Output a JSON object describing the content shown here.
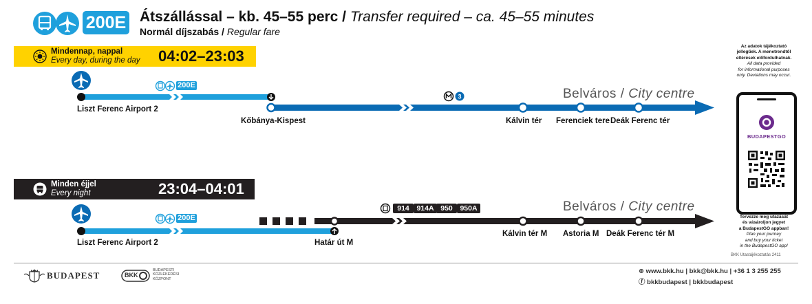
{
  "header": {
    "route": "200E",
    "title_hu": "Átszállással – kb. 45–55 perc /",
    "title_en": "Transfer required – ca. 45–55 minutes",
    "fare_hu": "Normál díjszabás /",
    "fare_en": "Regular fare"
  },
  "day": {
    "label_hu": "Mindennap, nappal",
    "label_en": "Every day, during the day",
    "time": "04:02–23:03",
    "route_tag": "200E",
    "metro_line": "3",
    "destination_hu": "Belváros /",
    "destination_en": "City centre",
    "stops": [
      "Liszt Ferenc Airport 2",
      "Kőbánya-Kispest",
      "Kálvin tér",
      "Ferenciek tere",
      "Deák Ferenc tér"
    ]
  },
  "night": {
    "label_hu": "Minden éjjel",
    "label_en": "Every night",
    "time": "23:04–04:01",
    "route_tag": "200E",
    "bus_tags": [
      "914",
      "914A",
      "950",
      "950A"
    ],
    "destination_hu": "Belváros /",
    "destination_en": "City centre",
    "stops": [
      "Liszt Ferenc Airport 2",
      "Határ út M",
      "Kálvin tér M",
      "Astoria M",
      "Deák Ferenc tér M"
    ]
  },
  "side": {
    "note_hu": [
      "Az adatok tájékoztató",
      "jellegűek. A menetrendtől",
      "eltérések előfordulhatnak."
    ],
    "note_en": [
      "All data provided",
      "for informational purposes",
      "only. Deviations may occur."
    ],
    "app_name": "BUDAPEST",
    "app_suffix": "GO",
    "cta_hu": [
      "Tervezze meg utazását",
      "és vásároljon jegyet",
      "a BudapestGO appban!"
    ],
    "cta_en": [
      "Plan your journey",
      "and buy your ticket",
      "in the BudapestGO app!"
    ],
    "ref": "BKK Utastájékoztatás 2411"
  },
  "footer": {
    "budapest": "BUDAPEST",
    "bkk": "BKK",
    "bkk_full": [
      "BUDAPESTI",
      "KÖZLEKEDÉSI",
      "KÖZPONT"
    ],
    "contact": "www.bkk.hu | bkk@bkk.hu | +36 1 3 255 255",
    "social": "bkkbudapest | bkkbudapest"
  },
  "colors": {
    "light_blue": "#1fa0dc",
    "metro_blue": "#0a6bb4",
    "yellow": "#ffd200",
    "dark": "#231f20",
    "purple": "#6b2a8c"
  },
  "icons": [
    "bus-icon",
    "airplane-icon",
    "sun-icon",
    "night-bus-icon",
    "metro-icon",
    "transfer-down-icon",
    "transfer-up-icon",
    "qr-code-icon",
    "coat-of-arms-icon",
    "web-icon",
    "social-icon"
  ]
}
